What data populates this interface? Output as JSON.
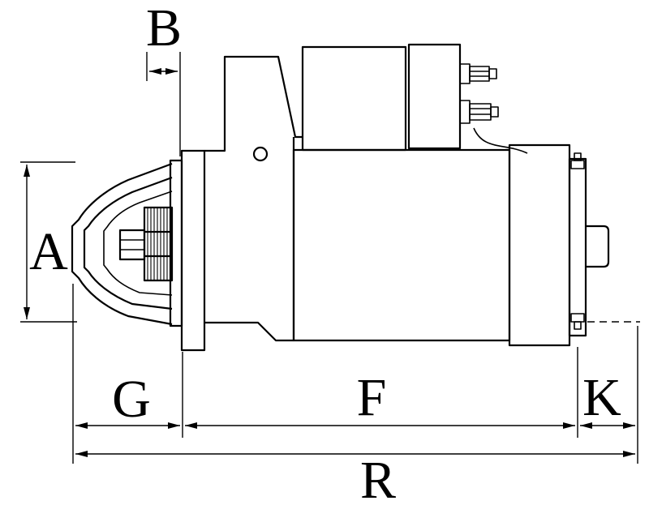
{
  "colors": {
    "ink": "#000000",
    "background": "#ffffff"
  },
  "dimensions": {
    "a": "A",
    "b": "B",
    "g": "G",
    "f": "F",
    "k": "K",
    "r": "R"
  }
}
